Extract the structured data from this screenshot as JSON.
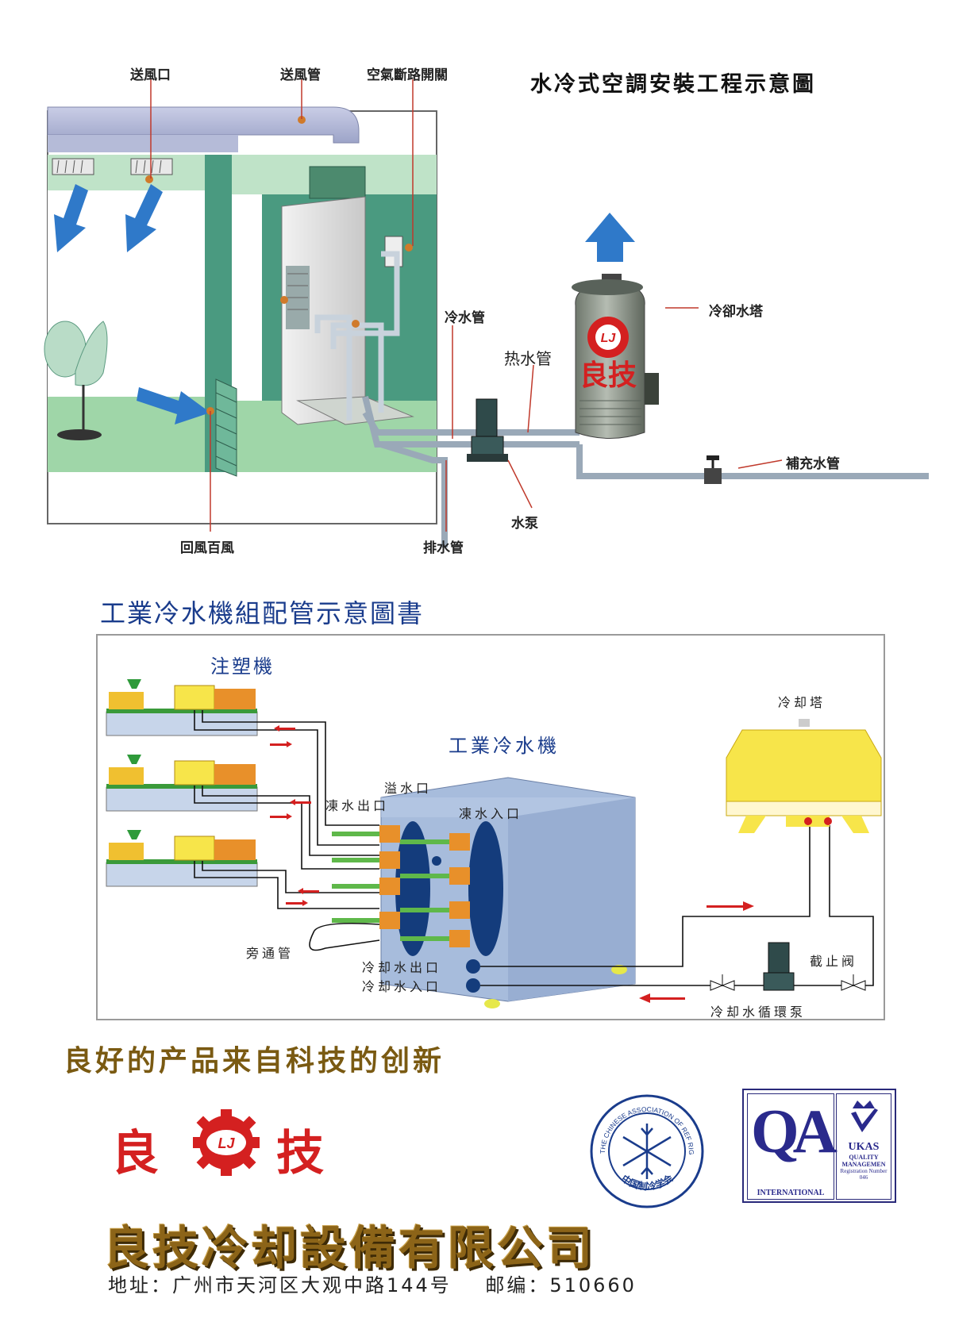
{
  "top_diagram": {
    "title": "水冷式空調安裝工程示意圖",
    "labels": {
      "supply_outlet": "送風口",
      "supply_duct": "送風管",
      "air_breaker": "空氣斷路開關",
      "cold_water_pipe": "冷水管",
      "hot_water_pipe": "热水管",
      "cooling_tower": "冷卻水塔",
      "makeup_pipe": "補充水管",
      "water_pump": "水泵",
      "drain_pipe": "排水管",
      "return_louver": "回風百風"
    },
    "tower_brand": "良技",
    "tower_logo": "LJ"
  },
  "bottom_diagram": {
    "title": "工業冷水機組配管示意圖書",
    "labels": {
      "injection_machine": "注塑機",
      "industrial_chiller": "工業冷水機",
      "overflow": "溢水口",
      "chilled_out": "凍水出口",
      "chilled_in": "凍水入口",
      "bypass": "旁通管",
      "cooling_out": "冷却水出口",
      "cooling_in": "冷却水入口",
      "cooling_tower": "冷却塔",
      "stop_valve": "截止阀",
      "circ_pump": "冷却水循環泵"
    }
  },
  "footer": {
    "slogan": "良好的产品来自科技的创新",
    "logo_left": "良",
    "logo_right": "技",
    "logo_center": "LJ",
    "company": "良技冷却設備有限公司",
    "address": "地址：广州市天河区大观中路144号    邮编：510660",
    "badge_assoc_text": "THE CHINESE ASSOCIATION OF REF RIGERATION",
    "badge_assoc_cn": "中国制冷学会",
    "badge_qa": "QA",
    "badge_qa_intl": "INTERNATIONAL",
    "badge_ukas": "UKAS",
    "badge_ukas_sub1": "QUALITY",
    "badge_ukas_sub2": "MANAGEMEN",
    "badge_ukas_reg": "Registration Number",
    "badge_ukas_num": "046"
  },
  "colors": {
    "room_green": "#bfe3c8",
    "wall_green": "#4a9a80",
    "floor_green": "#9fd6a8",
    "pipe_gray": "#9aa9b8",
    "arrow_blue": "#2f79c9",
    "tower_gray": "#8a9288",
    "chiller_blue": "#a7bcdc",
    "tower_yellow": "#f7e54a",
    "machine_orange": "#e8902a",
    "brand_red": "#d42020"
  }
}
